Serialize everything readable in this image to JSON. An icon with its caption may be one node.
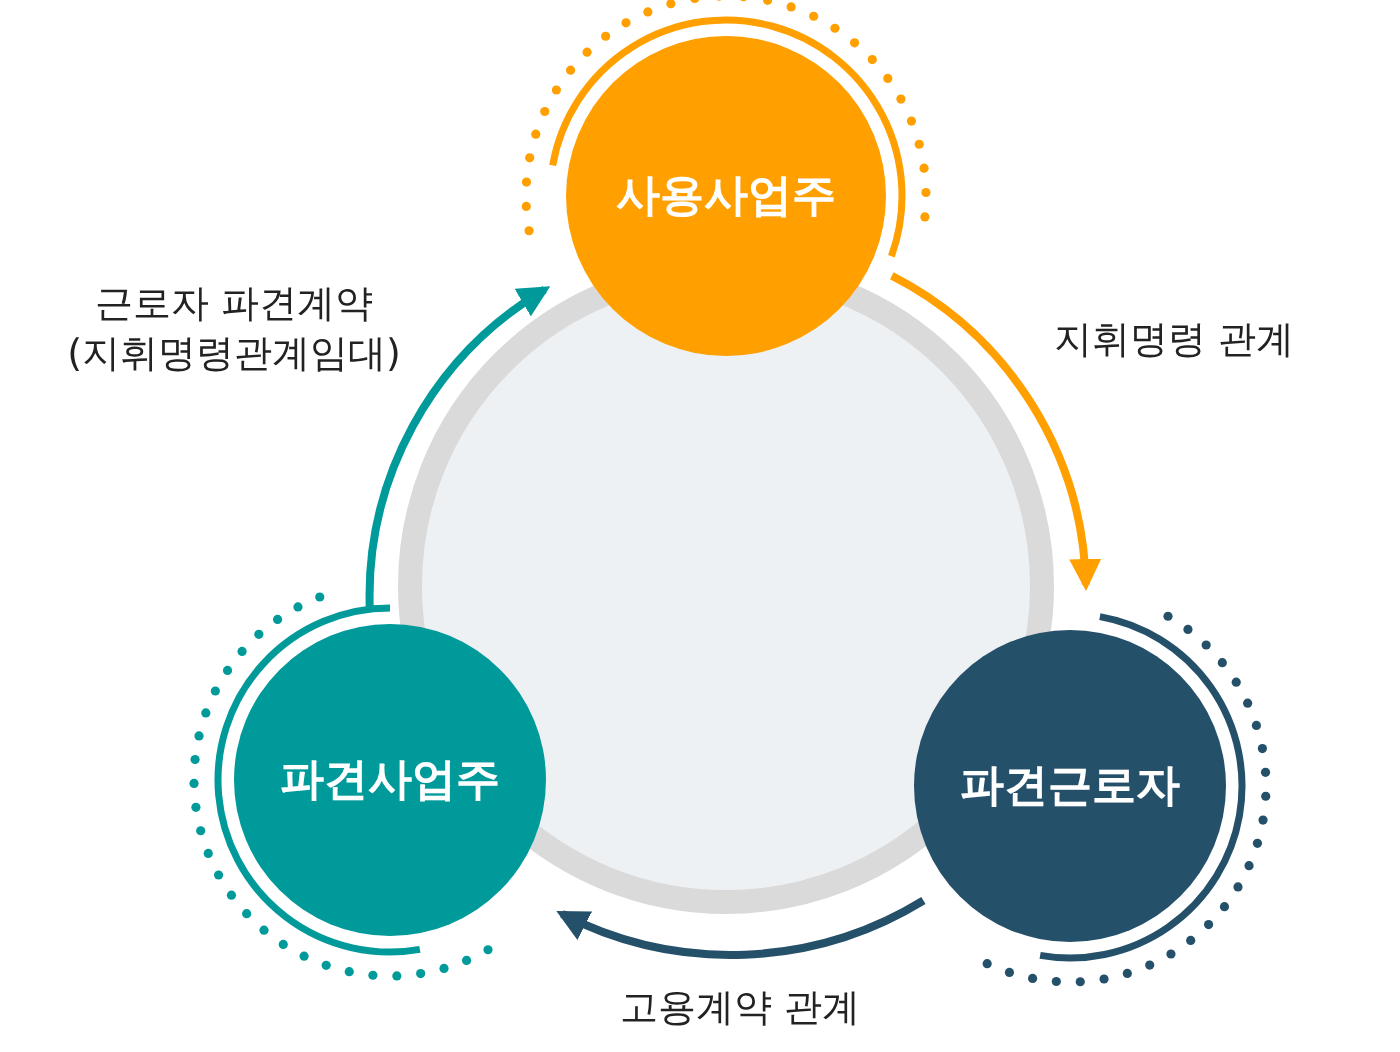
{
  "diagram": {
    "nodes": [
      {
        "text": [
          "사용사업주"
        ]
      },
      {
        "text": [
          "파견근로자"
        ]
      },
      {
        "text": [
          "파견사업주"
        ]
      }
    ],
    "edges": [
      {
        "from": 2,
        "to": 0,
        "arrow": "to",
        "label": "근로자 파견계약 (지휘명령관계임대)",
        "color": "#009a9a"
      },
      {
        "from": 0,
        "to": 1,
        "arrow": "to",
        "label": "지휘명령 관계",
        "color": "#ff9f00"
      },
      {
        "from": 1,
        "to": 2,
        "arrow": "to",
        "label": "고용계약 관계",
        "color": "#25506a"
      }
    ]
  }
}
